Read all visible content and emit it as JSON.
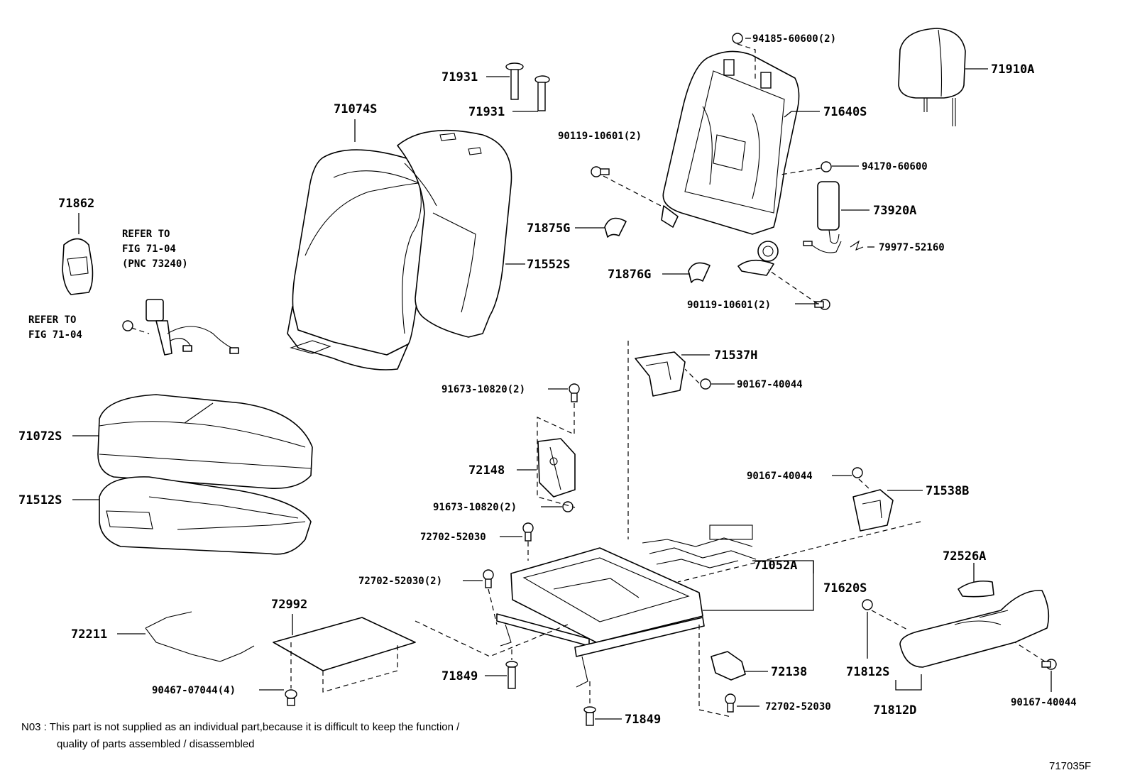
{
  "labels": {
    "p71074S": "71074S",
    "p71862": "71862",
    "refer1_l1": "REFER TO",
    "refer1_l2": "FIG 71-04",
    "refer1_l3": "(PNC 73240)",
    "refer2_l1": "REFER TO",
    "refer2_l2": "FIG 71-04",
    "p71931a": "71931",
    "p71931b": "71931",
    "p71875G": "71875G",
    "p71552S": "71552S",
    "p71876G": "71876G",
    "p94185": "94185-60600(2)",
    "p71910A": "71910A",
    "p71640S": "71640S",
    "p90119a": "90119-10601(2)",
    "p94170": "94170-60600",
    "p73920A": "73920A",
    "p79977": "79977-52160",
    "p90119b": "90119-10601(2)",
    "p71537H": "71537H",
    "p90167a": "90167-40044",
    "p91673a": "91673-10820(2)",
    "p71072S": "71072S",
    "p71512S": "71512S",
    "p72148": "72148",
    "p91673b": "91673-10820(2)",
    "p90167b": "90167-40044",
    "p71538B": "71538B",
    "p72702a": "72702-52030",
    "p72702b": "72702-52030(2)",
    "p71052A": "71052A",
    "p71620S": "71620S",
    "p72526A": "72526A",
    "p72992": "72992",
    "p72211": "72211",
    "p71849a": "71849",
    "p72138": "72138",
    "p71812S": "71812S",
    "p90467": "90467-07044(4)",
    "p72702c": "72702-52030",
    "p71849b": "71849",
    "p71812D": "71812D",
    "p90167c": "90167-40044"
  },
  "note": {
    "line1": "N03 : This part is not supplied as an individual part,because it is difficult to keep the function /",
    "line2": "quality of parts assembled / disassembled"
  },
  "figure_id": "717035F"
}
